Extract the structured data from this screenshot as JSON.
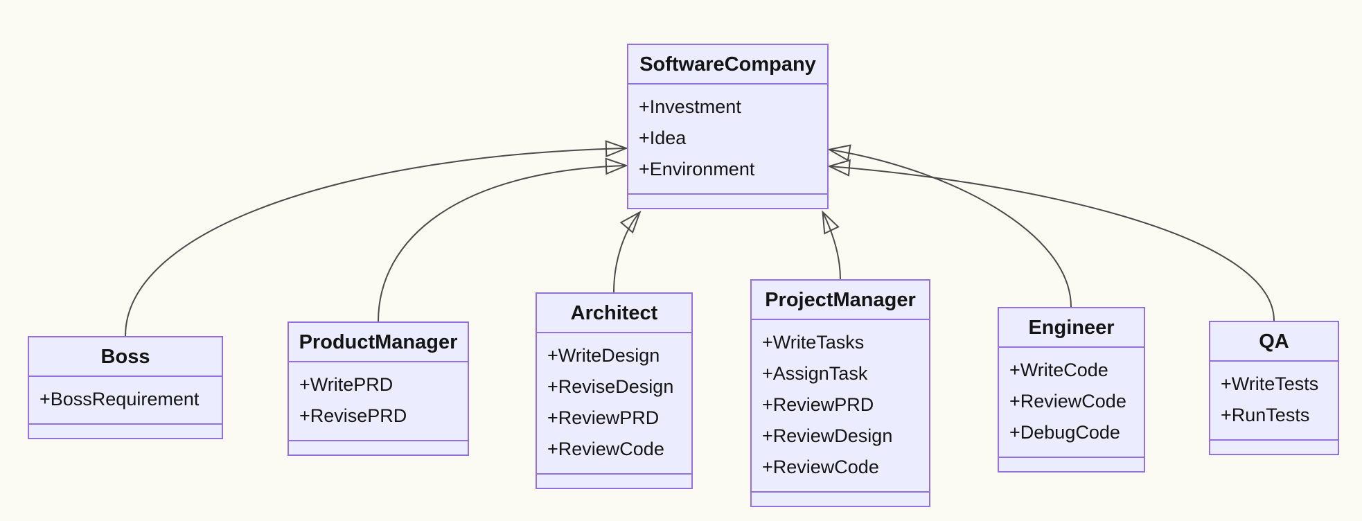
{
  "diagram": {
    "type": "uml-class-diagram",
    "colors": {
      "background": "#fbfbf3",
      "class_fill": "#ececff",
      "class_border": "#9370db",
      "edge_line": "#4a4a4a",
      "arrowhead_fill": "#e8e8f8",
      "text": "#141414"
    },
    "classes": [
      {
        "name": "SoftwareCompany",
        "members": [
          "+Investment",
          "+Idea",
          "+Environment"
        ],
        "methods": []
      },
      {
        "name": "Boss",
        "members": [
          "+BossRequirement"
        ],
        "methods": []
      },
      {
        "name": "ProductManager",
        "members": [
          "+WritePRD",
          "+RevisePRD"
        ],
        "methods": []
      },
      {
        "name": "Architect",
        "members": [
          "+WriteDesign",
          "+ReviseDesign",
          "+ReviewPRD",
          "+ReviewCode"
        ],
        "methods": []
      },
      {
        "name": "ProjectManager",
        "members": [
          "+WriteTasks",
          "+AssignTask",
          "+ReviewPRD",
          "+ReviewDesign",
          "+ReviewCode"
        ],
        "methods": []
      },
      {
        "name": "Engineer",
        "members": [
          "+WriteCode",
          "+ReviewCode",
          "+DebugCode"
        ],
        "methods": []
      },
      {
        "name": "QA",
        "members": [
          "+WriteTests",
          "+RunTests"
        ],
        "methods": []
      }
    ],
    "relations": [
      {
        "from": "Boss",
        "to": "SoftwareCompany",
        "type": "inheritance"
      },
      {
        "from": "ProductManager",
        "to": "SoftwareCompany",
        "type": "inheritance"
      },
      {
        "from": "Architect",
        "to": "SoftwareCompany",
        "type": "inheritance"
      },
      {
        "from": "ProjectManager",
        "to": "SoftwareCompany",
        "type": "inheritance"
      },
      {
        "from": "Engineer",
        "to": "SoftwareCompany",
        "type": "inheritance"
      },
      {
        "from": "QA",
        "to": "SoftwareCompany",
        "type": "inheritance"
      }
    ]
  }
}
